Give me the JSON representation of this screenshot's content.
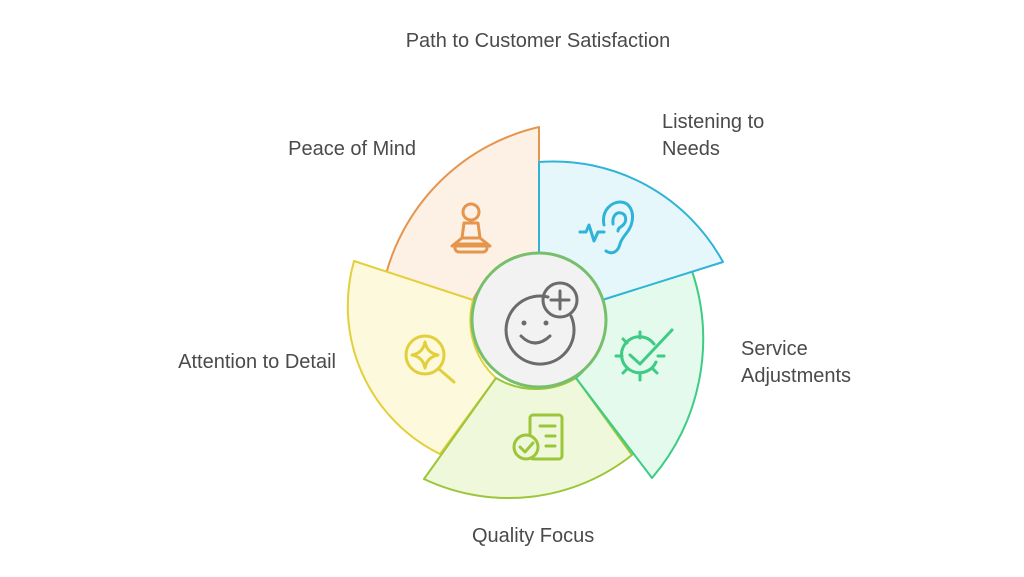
{
  "diagram": {
    "title": "Path to Customer Satisfaction",
    "center": {
      "icon": "smiley-plus-icon",
      "fill": "#f2f2f2",
      "stroke": "#77bf6b"
    },
    "segments": [
      {
        "id": "listening",
        "label_lines": [
          "Listening to",
          "Needs"
        ],
        "icon": "ear-icon",
        "fill": "#e6f7fc",
        "stroke": "#2fb3d6"
      },
      {
        "id": "service",
        "label_lines": [
          "Service",
          "Adjustments"
        ],
        "icon": "gear-check-icon",
        "fill": "#e3faec",
        "stroke": "#3ecb84"
      },
      {
        "id": "quality",
        "label_lines": [
          "Quality Focus"
        ],
        "icon": "document-check-icon",
        "fill": "#f0f8dc",
        "stroke": "#9cc63a"
      },
      {
        "id": "attention",
        "label_lines": [
          "Attention to Detail"
        ],
        "icon": "magnifier-sparkle-icon",
        "fill": "#fdf9dc",
        "stroke": "#e3cf3c"
      },
      {
        "id": "peace",
        "label_lines": [
          "Peace of Mind"
        ],
        "icon": "meditation-person-icon",
        "fill": "#fdf1e6",
        "stroke": "#e5954c"
      }
    ]
  }
}
